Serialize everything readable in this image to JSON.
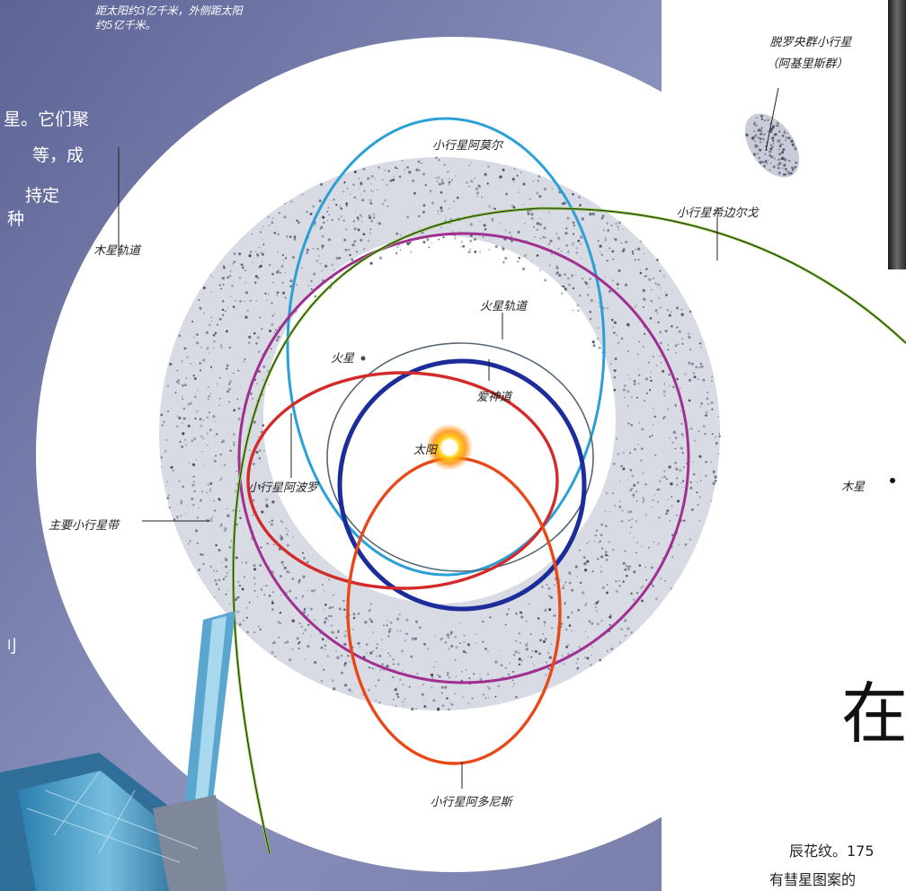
{
  "top_caption": [
    "距太阳约3亿千米，外侧距太阳",
    "约5亿千米。"
  ],
  "side_text": [
    "星。它们聚",
    "等，成",
    "持定",
    "种",
    "刂"
  ],
  "labels": {
    "trojan": [
      "脱罗央群小行星",
      "（阿基里斯群）"
    ],
    "amor": "小行星阿莫尔",
    "hidalgo": "小行星希边尔戈",
    "jupiter_orbit": "木星轨道",
    "mars_orbit": "火星轨道",
    "mars": "火星",
    "eros": "爱神道",
    "sun": "太阳",
    "apollo": "小行星阿波罗",
    "main_belt": "主要小行星带",
    "jupiter": "木星",
    "adonis": "小行星阿多尼斯"
  },
  "big_char": "在",
  "bottom_text": [
    "辰花纹。175",
    "有彗星图案的"
  ],
  "colors": {
    "panel": "#7f86b2",
    "amor": "#2aa0d6",
    "hidalgo": "#8bc43a",
    "jupiter_orbit": "#a03090",
    "mars_orbit": "#556677",
    "eros": "#1c2c9a",
    "apollo": "#d42a2a",
    "adonis": "#e84818",
    "belt": "#5a5e74"
  }
}
